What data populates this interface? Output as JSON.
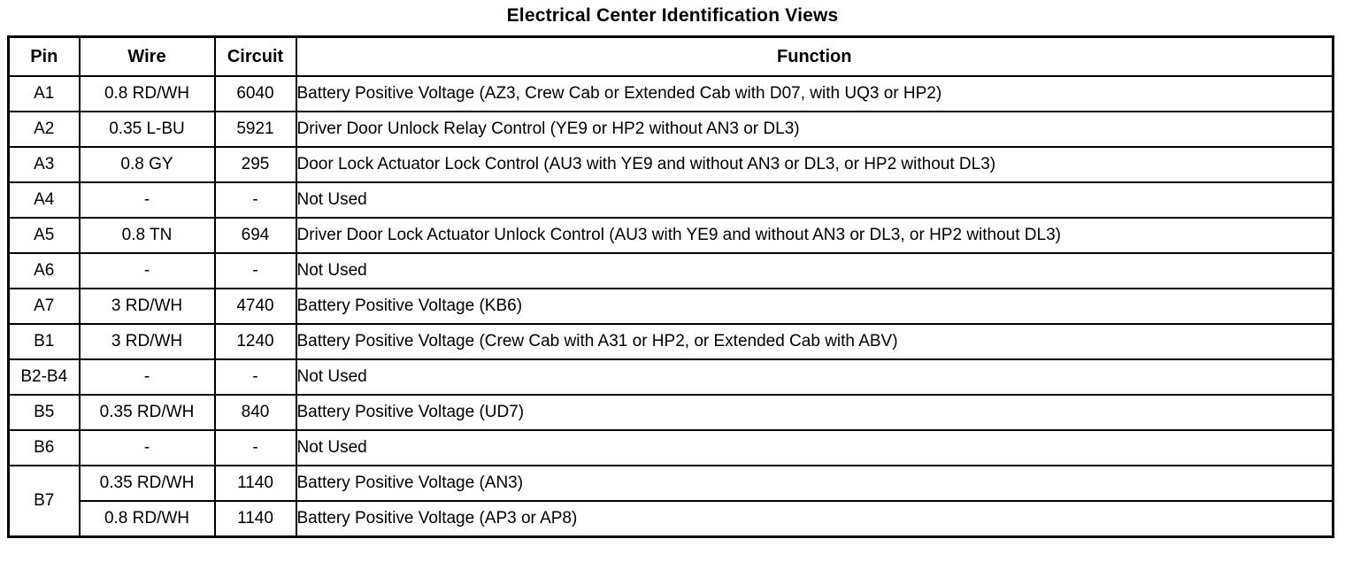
{
  "page": {
    "title": "Electrical Center Identification Views"
  },
  "table": {
    "columns": [
      "Pin",
      "Wire",
      "Circuit",
      "Function"
    ],
    "rows": [
      {
        "pin": "A1",
        "wire": "0.8 RD/WH",
        "circuit": "6040",
        "function": "Battery Positive Voltage (AZ3, Crew Cab or Extended Cab with D07, with UQ3 or HP2)"
      },
      {
        "pin": "A2",
        "wire": "0.35 L-BU",
        "circuit": "5921",
        "function": "Driver Door Unlock Relay Control (YE9 or HP2 without AN3 or DL3)"
      },
      {
        "pin": "A3",
        "wire": "0.8 GY",
        "circuit": "295",
        "function": "Door Lock Actuator Lock Control (AU3 with YE9 and without AN3 or DL3, or HP2 without DL3)"
      },
      {
        "pin": "A4",
        "wire": "-",
        "circuit": "-",
        "function": "Not Used"
      },
      {
        "pin": "A5",
        "wire": "0.8 TN",
        "circuit": "694",
        "function": "Driver Door Lock Actuator Unlock Control (AU3 with YE9 and without AN3 or DL3, or HP2 without DL3)"
      },
      {
        "pin": "A6",
        "wire": "-",
        "circuit": "-",
        "function": "Not Used"
      },
      {
        "pin": "A7",
        "wire": "3 RD/WH",
        "circuit": "4740",
        "function": "Battery Positive Voltage (KB6)"
      },
      {
        "pin": "B1",
        "wire": "3 RD/WH",
        "circuit": "1240",
        "function": "Battery Positive Voltage (Crew Cab with A31 or HP2, or Extended Cab with ABV)"
      },
      {
        "pin": "B2-B4",
        "wire": "-",
        "circuit": "-",
        "function": "Not Used"
      },
      {
        "pin": "B5",
        "wire": "0.35 RD/WH",
        "circuit": "840",
        "function": "Battery Positive Voltage (UD7)"
      },
      {
        "pin": "B6",
        "wire": "-",
        "circuit": "-",
        "function": "Not Used"
      },
      {
        "pin": "B7",
        "pin_rowspan": 2,
        "wire": "0.35 RD/WH",
        "circuit": "1140",
        "function": "Battery Positive Voltage (AN3)"
      },
      {
        "pin": null,
        "wire": "0.8 RD/WH",
        "circuit": "1140",
        "function": "Battery Positive Voltage (AP3 or AP8)"
      }
    ]
  }
}
